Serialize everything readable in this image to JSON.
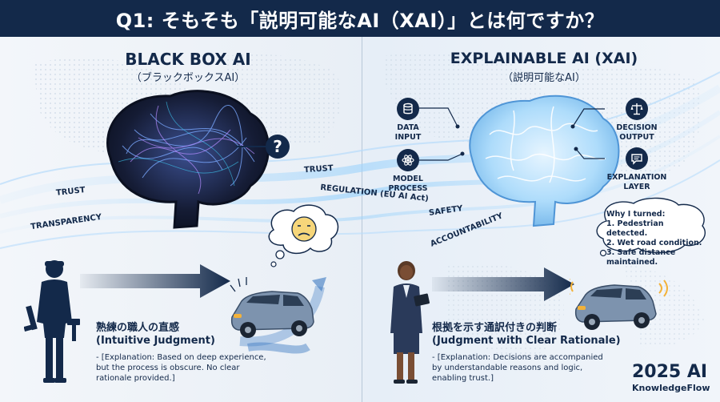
{
  "title": "Q1: そもそも「説明可能なAI（XAI）」とは何ですか？",
  "left": {
    "heading": "BLACK BOX AI",
    "subheading": "（ブラックボックスAI）",
    "question_mark": "?",
    "caption_title_jp": "熟練の職人の直感",
    "caption_title_en": "(Intuitive Judgment)",
    "caption_body": [
      "- [Explanation: Based on deep experience,",
      "but the process is obscure. No clear",
      "rationale provided.]"
    ]
  },
  "right": {
    "heading": "EXPLAINABLE AI (XAI)",
    "subheading": "（説明可能なAI）",
    "labels": {
      "data_input": [
        "DATA",
        "INPUT"
      ],
      "model_process": [
        "MODEL",
        "PROCESS"
      ],
      "decision_output": [
        "DECISION",
        "OUTPUT"
      ],
      "explanation_layer": [
        "EXPLANATION",
        "LAYER"
      ]
    },
    "thought": [
      "Why I turned:",
      "1. Pedestrian detected.",
      "2. Wet road condition.",
      "3. Safe distance maintained."
    ],
    "caption_title_jp": "根拠を示す通訳付きの判断",
    "caption_title_en": "(Judgment with Clear Rationale)",
    "caption_body": [
      "- [Explanation: Decisions are accompanied",
      "by understandable reasons and logic,",
      "enabling trust.]"
    ]
  },
  "flow_labels": {
    "trust_left": "TRUST",
    "transparency": "TRANSPARENCY",
    "trust_center": "TRUST",
    "regulation": "REGULATION (EU AI Act)",
    "safety": "SAFETY",
    "accountability": "ACCOUNTABILITY"
  },
  "brand": {
    "year": "2025 AI",
    "name": "KnowledgeFlow"
  },
  "colors": {
    "navy": "#13294a",
    "accent_blue": "#3a78c2",
    "flow_light": "#bfe0fb",
    "brain_glow": "#9fd4fb"
  }
}
